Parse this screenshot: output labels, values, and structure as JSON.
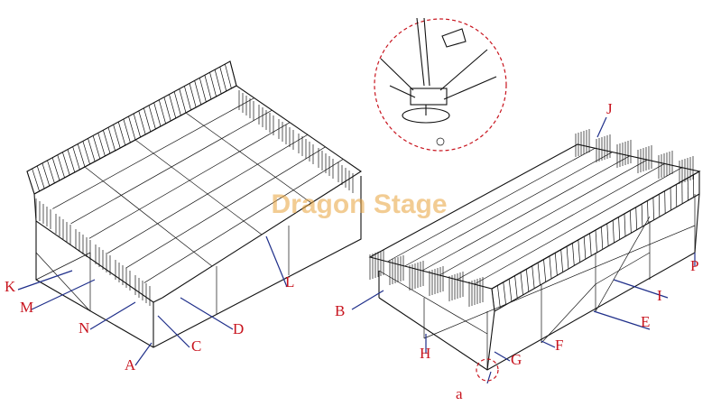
{
  "watermark": "Dragon Stage",
  "detail_label": "a",
  "labels": {
    "A": "A",
    "B": "B",
    "C": "C",
    "D": "D",
    "E": "E",
    "F": "F",
    "G": "G",
    "H": "H",
    "I": "I",
    "J": "J",
    "K": "K",
    "L": "L",
    "M": "M",
    "N": "N",
    "P": "P",
    "a": "a"
  }
}
